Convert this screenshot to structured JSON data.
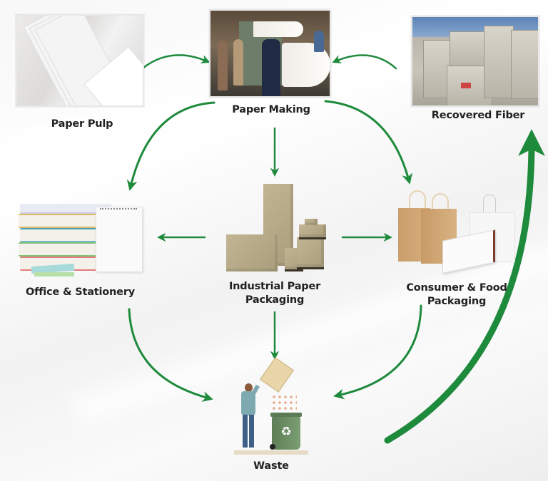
{
  "diagram": {
    "title": "Paper lifecycle",
    "accent_color": "#1e8a3c",
    "nodes": [
      {
        "id": "paper-pulp",
        "label": "Paper Pulp",
        "image": "stacked-white-paper-sheets"
      },
      {
        "id": "paper-making",
        "label": "Paper Making",
        "image": "paper-mill-workers-with-paper-roll"
      },
      {
        "id": "recovered-fiber",
        "label": "Recovered Fiber",
        "image": "bales-of-recovered-paper"
      },
      {
        "id": "office-stationery",
        "label": "Office & Stationery",
        "image": "stacked-notebooks-and-notepad"
      },
      {
        "id": "industrial-packaging",
        "label_line1": "Industrial Paper",
        "label_line2": "Packaging",
        "image": "cardboard-boxes"
      },
      {
        "id": "consumer-packaging",
        "label_line1": "Consumer & Food",
        "label_line2": "Packaging",
        "image": "paper-bags-and-food-box"
      },
      {
        "id": "waste",
        "label": "Waste",
        "image": "man-throwing-paper-into-recycling-bin",
        "bin_icon": "recycle-icon"
      }
    ],
    "edges": [
      {
        "from": "paper-pulp",
        "to": "paper-making"
      },
      {
        "from": "recovered-fiber",
        "to": "paper-making"
      },
      {
        "from": "paper-making",
        "to": "office-stationery"
      },
      {
        "from": "paper-making",
        "to": "industrial-packaging"
      },
      {
        "from": "paper-making",
        "to": "consumer-packaging"
      },
      {
        "from": "industrial-packaging",
        "to": "office-stationery"
      },
      {
        "from": "industrial-packaging",
        "to": "consumer-packaging"
      },
      {
        "from": "office-stationery",
        "to": "waste"
      },
      {
        "from": "industrial-packaging",
        "to": "waste"
      },
      {
        "from": "consumer-packaging",
        "to": "waste"
      },
      {
        "from": "waste",
        "to": "recovered-fiber"
      }
    ]
  }
}
